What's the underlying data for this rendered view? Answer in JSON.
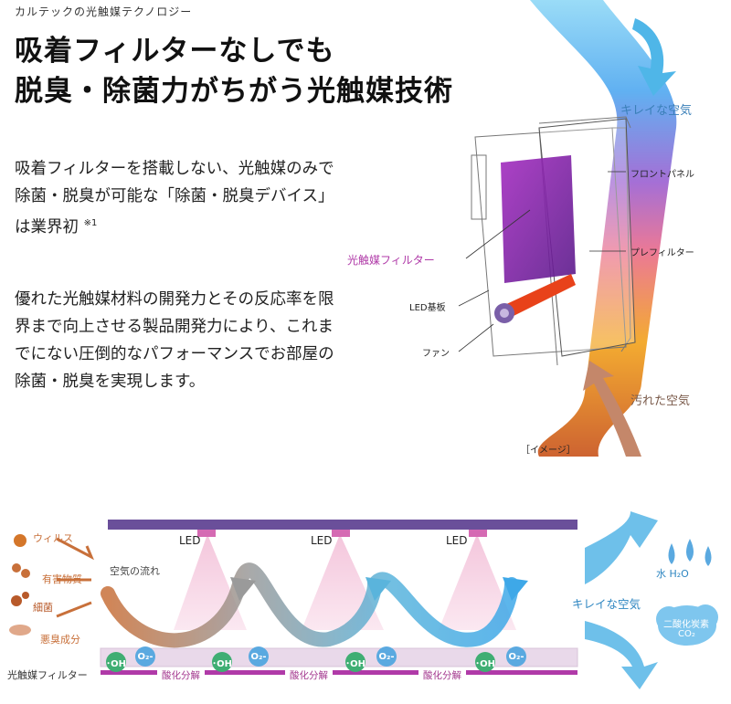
{
  "header": {
    "eyebrow": "カルテックの光触媒テクノロジー",
    "headline_line1": "吸着フィルターなしでも",
    "headline_line2": "脱臭・除菌力がちがう光触媒技術"
  },
  "intro": {
    "line1": "吸着フィルターを搭載しない、光触媒のみで",
    "line2": "除菌・脱臭が可能な「除菌・脱臭デバイス」",
    "line3": "は業界初",
    "footnote": "※1"
  },
  "body": {
    "line1": "優れた光触媒材料の開発力とその反応率を限",
    "line2": "界まで向上させる製品開発力により、これま",
    "line3": "でにない圧倒的なパフォーマンスでお部屋の",
    "line4": "除菌・脱臭を実現します。"
  },
  "device_diagram": {
    "clean_air": "キレイな空気",
    "front_panel": "フロントパネル",
    "photocatalyst_filter": "光触媒フィルター",
    "pre_filter": "プレフィルター",
    "led_board": "LED基板",
    "fan": "ファン",
    "dirty_air": "汚れた空気",
    "image_note": "［イメージ］"
  },
  "process_diagram": {
    "contaminants": [
      "ウィルス",
      "有害物質",
      "細菌",
      "悪臭成分"
    ],
    "led": "LED",
    "airflow": "空気の流れ",
    "filter_label": "光触媒フィルター",
    "oh": "･OH",
    "o2": "O₂-",
    "oxidation": "酸化分解",
    "clean_air": "キレイな空気",
    "water": "水",
    "h2o": "H₂O",
    "co2_label": "二酸化炭素",
    "co2": "CO₂"
  },
  "colors": {
    "clean_blue": "#5aa9e0",
    "dirty_orange": "#e8912a",
    "filter_magenta": "#b03aa8",
    "led_bar_purple": "#6a4f9a"
  }
}
